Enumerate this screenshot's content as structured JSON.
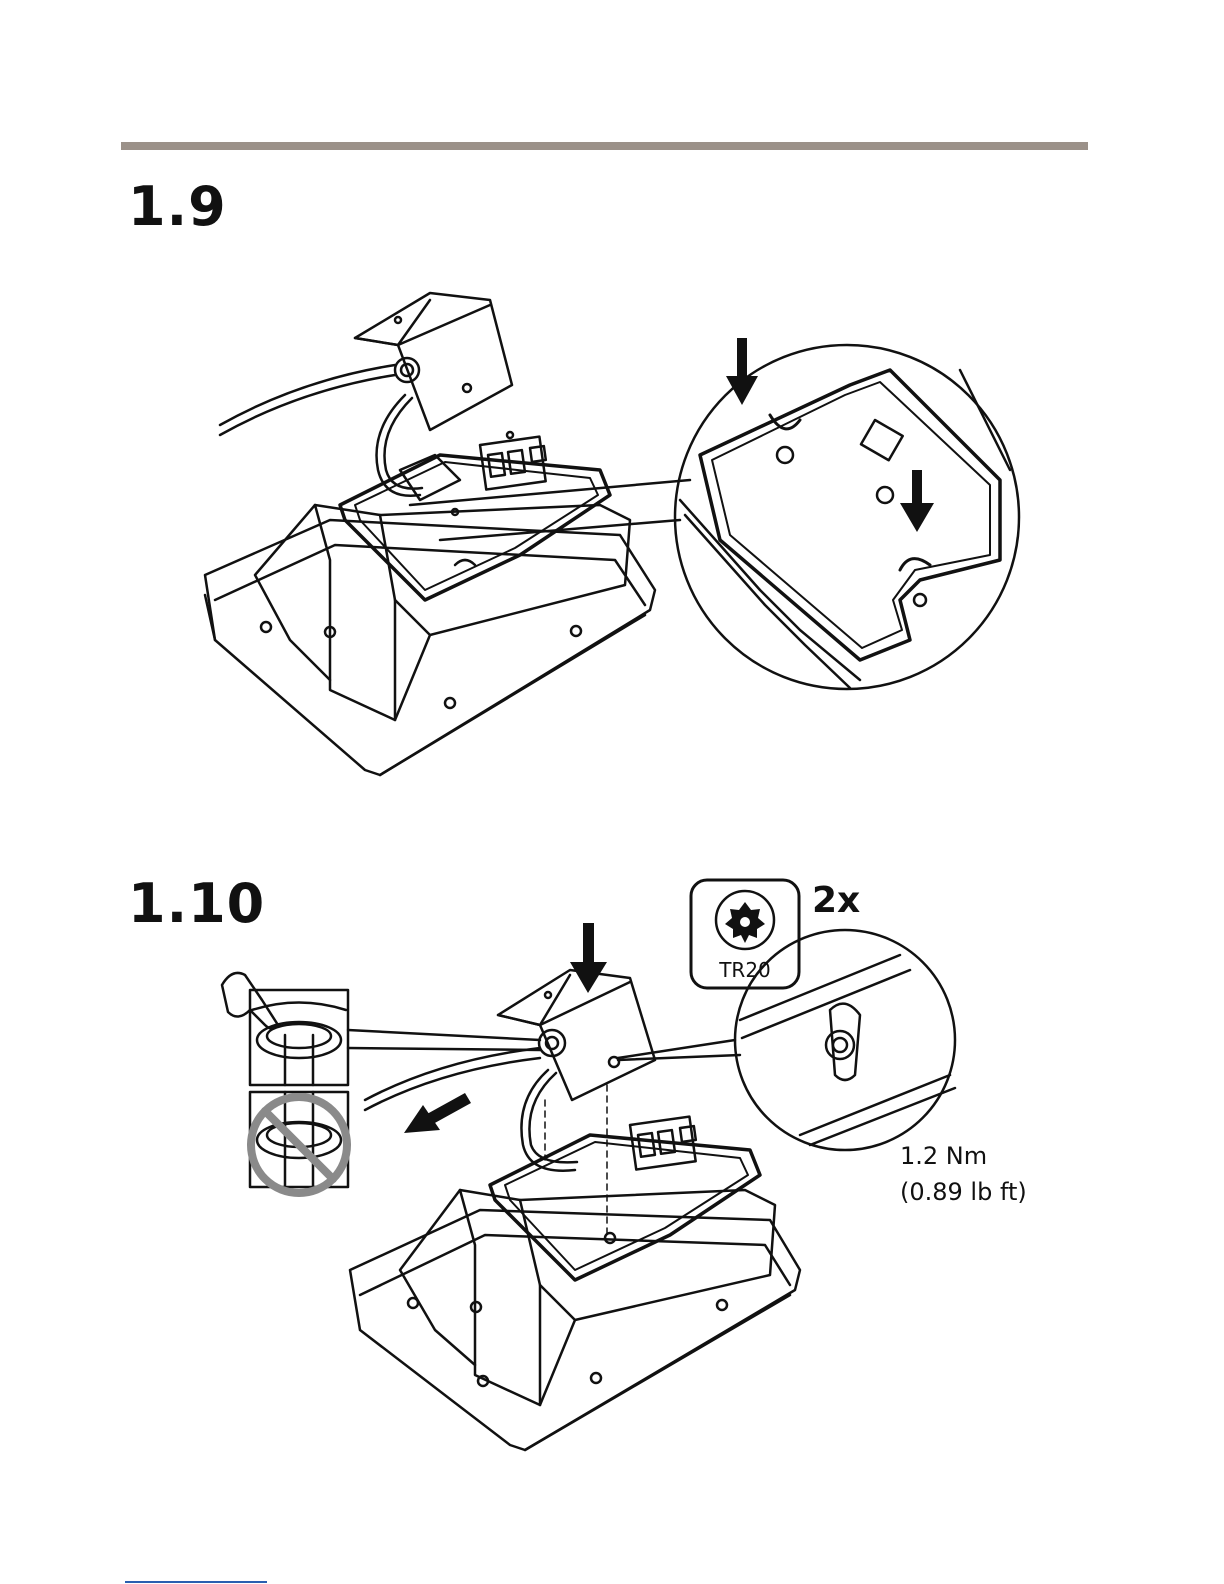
{
  "steps": [
    {
      "number": "1.9"
    },
    {
      "number": "1.10"
    }
  ],
  "tool": {
    "name": "TR20",
    "quantity": "2x",
    "icon": "torx-bit-icon"
  },
  "torque": {
    "metric": "1.2 Nm",
    "imperial": "(0.89 lb ft)"
  },
  "colors": {
    "rule": "#9b9189",
    "line": "#111111",
    "prohibit": "#8a8a8a"
  }
}
